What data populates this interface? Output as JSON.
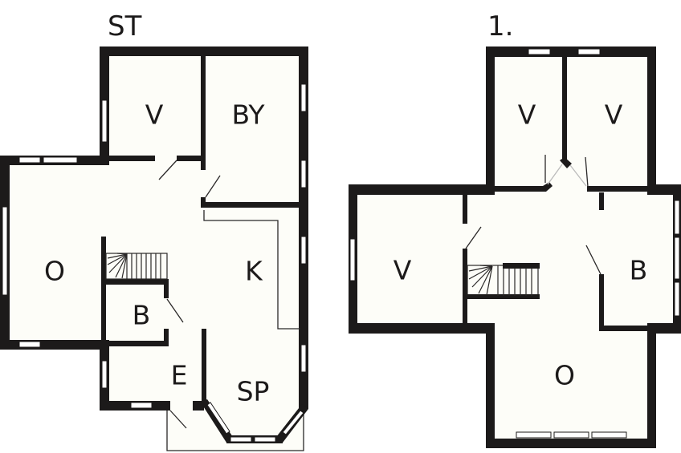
{
  "floors": [
    {
      "id": "ground",
      "title": "ST",
      "rooms": [
        {
          "label": "V"
        },
        {
          "label": "BY"
        },
        {
          "label": "O"
        },
        {
          "label": "K"
        },
        {
          "label": "B"
        },
        {
          "label": "E"
        },
        {
          "label": "SP"
        }
      ]
    },
    {
      "id": "first",
      "title": "1.",
      "rooms": [
        {
          "label": "V"
        },
        {
          "label": "V"
        },
        {
          "label": "V"
        },
        {
          "label": "B"
        },
        {
          "label": "O"
        }
      ]
    }
  ],
  "colors": {
    "wall": "#1c1a1a",
    "floor": "#fdfdf8",
    "background": "#ffffff"
  }
}
